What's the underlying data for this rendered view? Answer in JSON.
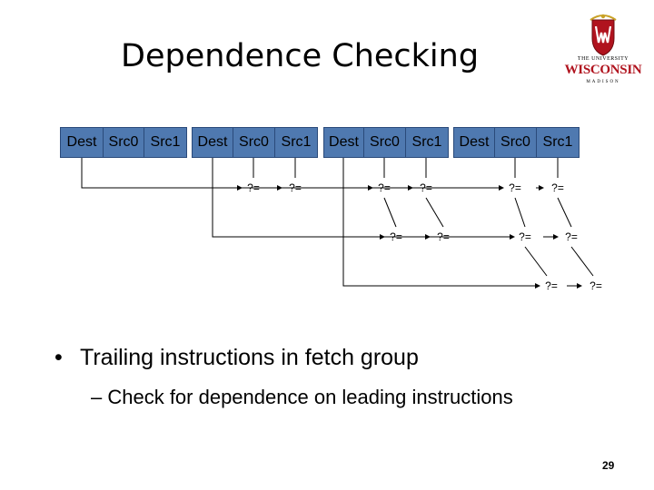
{
  "slide": {
    "title": "Dependence Checking",
    "page_number": "29"
  },
  "logo": {
    "line1": "THE UNIVERSITY",
    "line2": "WISCONSIN",
    "line3": "MADISON",
    "shield_color": "#b0131e"
  },
  "instructions": [
    {
      "fields": [
        "Dest",
        "Src0",
        "Src1"
      ]
    },
    {
      "fields": [
        "Dest",
        "Src0",
        "Src1"
      ]
    },
    {
      "fields": [
        "Dest",
        "Src0",
        "Src1"
      ]
    },
    {
      "fields": [
        "Dest",
        "Src0",
        "Src1"
      ]
    }
  ],
  "comparator_label": "?=",
  "field_color": "#4f79b0",
  "bullets": [
    {
      "text": "Trailing instructions in fetch group",
      "sub": [
        "– Check for dependence on leading instructions"
      ]
    }
  ]
}
